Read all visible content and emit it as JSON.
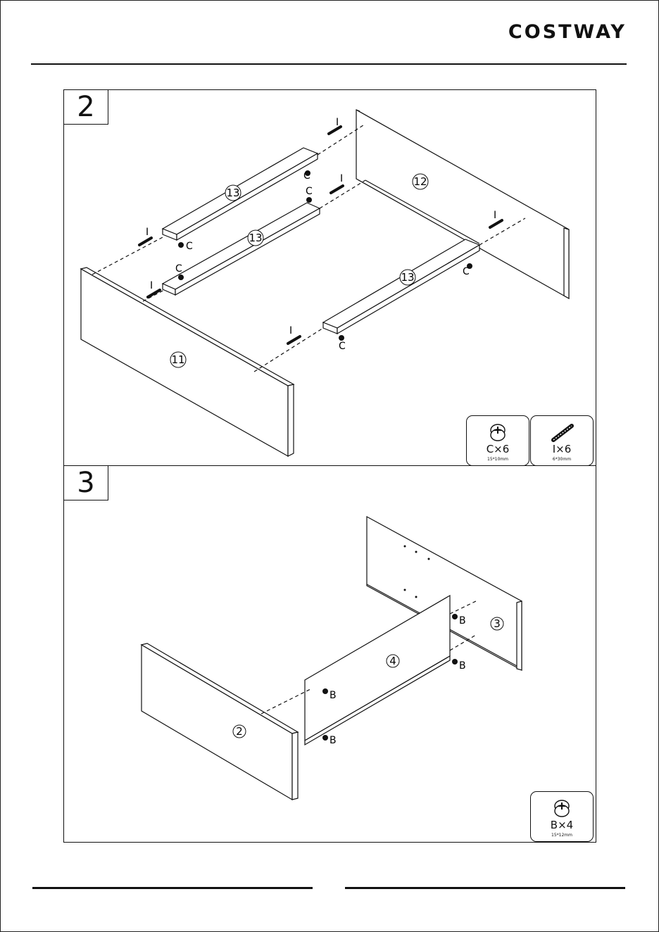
{
  "header": {
    "brand": "COSTWAY"
  },
  "steps": [
    {
      "number": "2",
      "parts": {
        "side_panel": "11",
        "back_panel": "12",
        "rail": "13"
      },
      "letters": {
        "cam": "C",
        "dowel": "I"
      },
      "hardware": [
        {
          "qty": "C×6",
          "size": "15*10mm",
          "icon": "cam-lock-icon"
        },
        {
          "qty": "I×6",
          "size": "6*30mm",
          "icon": "dowel-icon"
        }
      ]
    },
    {
      "number": "3",
      "parts": {
        "front_panel": "2",
        "back_panel": "3",
        "divider": "4"
      },
      "letters": {
        "cam": "B"
      },
      "hardware": [
        {
          "qty": "B×4",
          "size": "15*12mm",
          "icon": "cam-lock-icon"
        }
      ]
    }
  ]
}
